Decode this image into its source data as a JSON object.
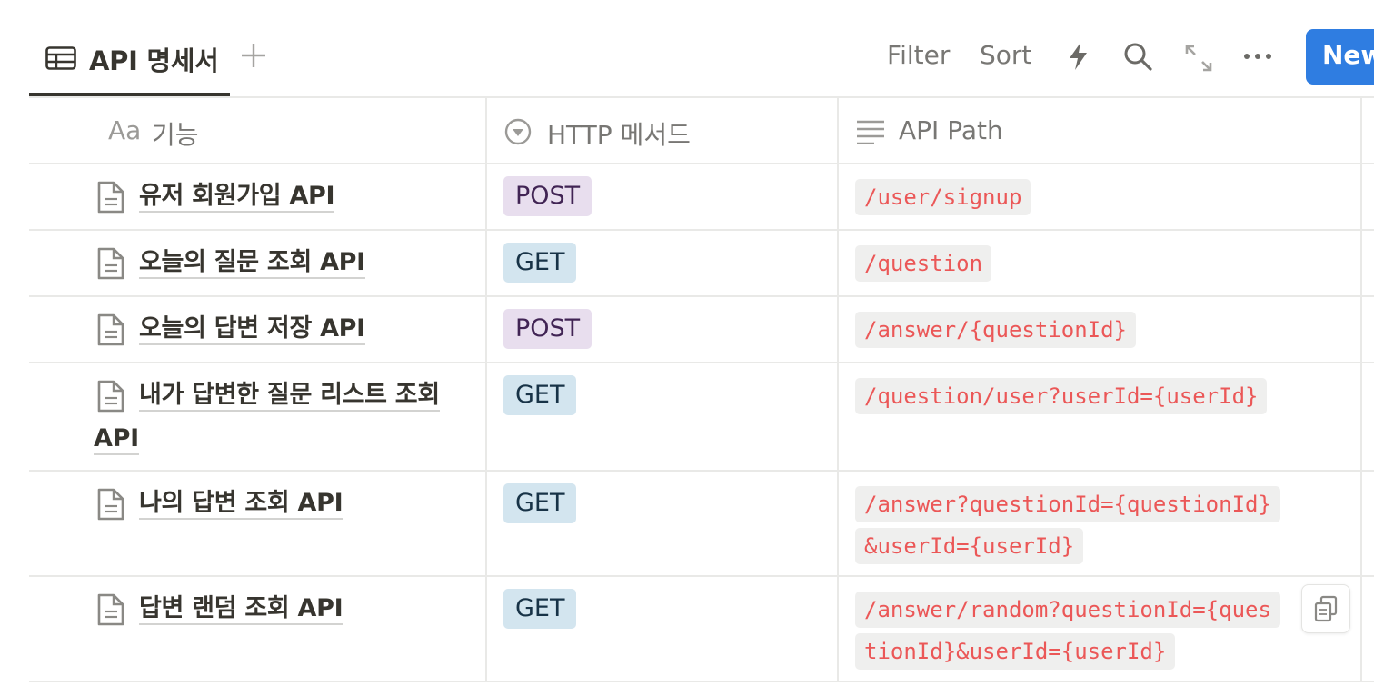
{
  "toolbar": {
    "view_tab_label": "API 명세서",
    "filter_label": "Filter",
    "sort_label": "Sort",
    "new_label": "New"
  },
  "columns": {
    "name": {
      "prefix": "Aa",
      "label": "기능"
    },
    "method": {
      "label": "HTTP 메서드"
    },
    "path": {
      "label": "API Path"
    }
  },
  "rows": [
    {
      "name": "유저 회원가입 API",
      "method": "POST",
      "path": "/user/signup"
    },
    {
      "name": "오늘의 질문 조회 API",
      "method": "GET",
      "path": "/question"
    },
    {
      "name": "오늘의 답변 저장 API",
      "method": "POST",
      "path": "/answer/{questionId}"
    },
    {
      "name": "내가 답변한 질문 리스트 조회 API",
      "method": "GET",
      "path": "/question/user?userId={userId}"
    },
    {
      "name": "나의 답변 조회 API",
      "method": "GET",
      "path": "/answer?questionId={questionId}&userId={userId}"
    },
    {
      "name": "답변 랜덤 조회 API",
      "method": "GET",
      "path": "/answer/random?questionId={questionId}&userId={userId}"
    }
  ],
  "colors": {
    "accent": "#2f7de1",
    "post_tag_bg": "#e8deee",
    "get_tag_bg": "#d3e5ef",
    "code_text": "#eb5757"
  },
  "icons": {
    "view_tab": "table-icon",
    "add_view": "plus-icon",
    "automation": "lightning-icon",
    "search": "search-icon",
    "expand": "expand-icon",
    "more": "more-icon",
    "column_method": "select-property-icon",
    "column_path": "text-property-icon",
    "row": "page-icon",
    "copy": "copy-icon"
  }
}
